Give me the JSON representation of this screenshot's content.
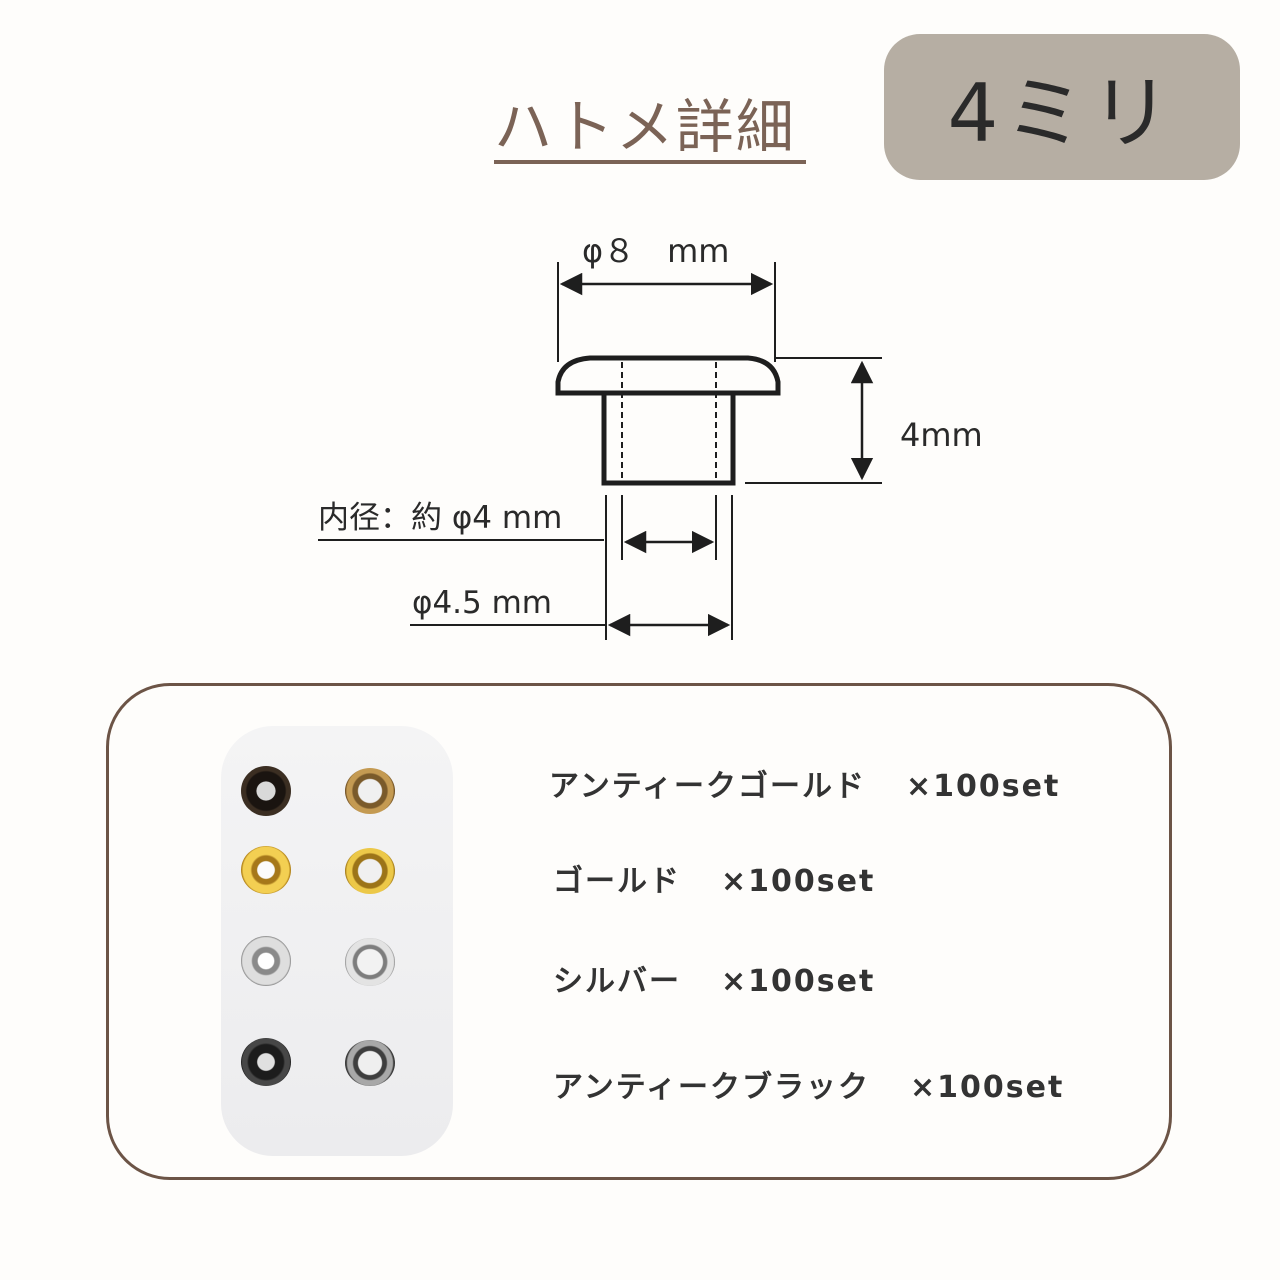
{
  "header": {
    "title": "ハトメ詳細",
    "size_badge": "4ミリ"
  },
  "diagram": {
    "outer_diameter": "φ８　mm",
    "height": "4mm",
    "inner_diameter": "内径：約 φ4 mm",
    "shaft_diameter": "φ4.5 mm"
  },
  "variants": [
    {
      "name": "アンティークゴールド",
      "quantity": "×100set"
    },
    {
      "name": "ゴールド",
      "quantity": "×100set"
    },
    {
      "name": "シルバー",
      "quantity": "×100set"
    },
    {
      "name": "アンティークブラック",
      "quantity": "×100set"
    }
  ],
  "colors": {
    "title": "#7b6356",
    "badge_background": "#b6aea3",
    "card_border": "#6c5446"
  }
}
